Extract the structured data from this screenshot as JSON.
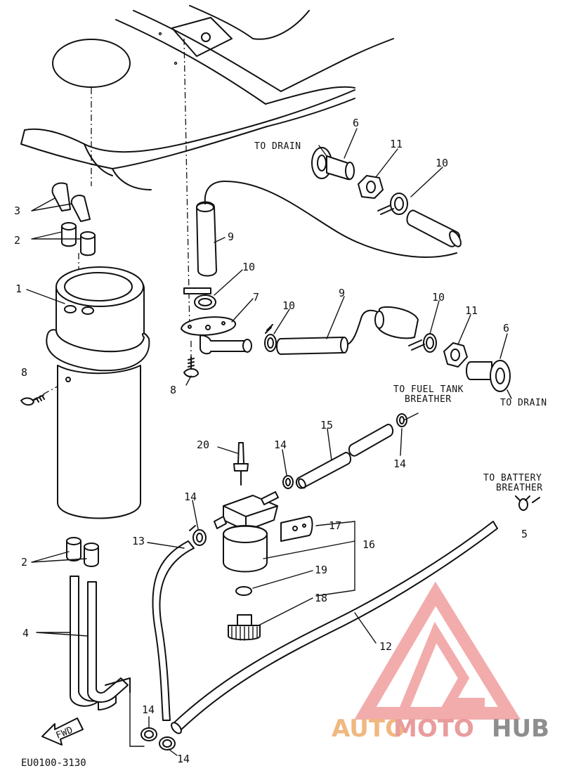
{
  "callouts": [
    {
      "id": "c1",
      "text": "1"
    },
    {
      "id": "c2a",
      "text": "2"
    },
    {
      "id": "c2b",
      "text": "2"
    },
    {
      "id": "c3",
      "text": "3"
    },
    {
      "id": "c4",
      "text": "4"
    },
    {
      "id": "c5",
      "text": "5"
    },
    {
      "id": "c6a",
      "text": "6"
    },
    {
      "id": "c6b",
      "text": "6"
    },
    {
      "id": "c7",
      "text": "7"
    },
    {
      "id": "c8a",
      "text": "8"
    },
    {
      "id": "c8b",
      "text": "8"
    },
    {
      "id": "c9a",
      "text": "9"
    },
    {
      "id": "c9b",
      "text": "9"
    },
    {
      "id": "c10a",
      "text": "10"
    },
    {
      "id": "c10b",
      "text": "10"
    },
    {
      "id": "c10c",
      "text": "10"
    },
    {
      "id": "c10d",
      "text": "10"
    },
    {
      "id": "c11a",
      "text": "11"
    },
    {
      "id": "c11b",
      "text": "11"
    },
    {
      "id": "c12",
      "text": "12"
    },
    {
      "id": "c13",
      "text": "13"
    },
    {
      "id": "c14a",
      "text": "14"
    },
    {
      "id": "c14b",
      "text": "14"
    },
    {
      "id": "c14c",
      "text": "14"
    },
    {
      "id": "c14d",
      "text": "14"
    },
    {
      "id": "c14e",
      "text": "14"
    },
    {
      "id": "c15",
      "text": "15"
    },
    {
      "id": "c16",
      "text": "16"
    },
    {
      "id": "c17",
      "text": "17"
    },
    {
      "id": "c18",
      "text": "18"
    },
    {
      "id": "c19",
      "text": "19"
    },
    {
      "id": "c20",
      "text": "20"
    }
  ],
  "annotations": {
    "drain_top": "TO DRAIN",
    "drain_right": "TO DRAIN",
    "fuel_tank_line1": "TO FUEL TANK",
    "fuel_tank_line2": "BREATHER",
    "battery_line1": "TO BATTERY",
    "battery_line2": "BREATHER"
  },
  "fwd_label": "FWD",
  "diagram_code": "EU0100-3130",
  "watermark": {
    "part1": "AUTO",
    "part2": "MOTO",
    "part3": "HUB",
    "logo_color": "#e86a6a",
    "auto_color": "#f0b880",
    "moto_color": "#e99c9c",
    "hub_color": "#8e8e8e"
  }
}
